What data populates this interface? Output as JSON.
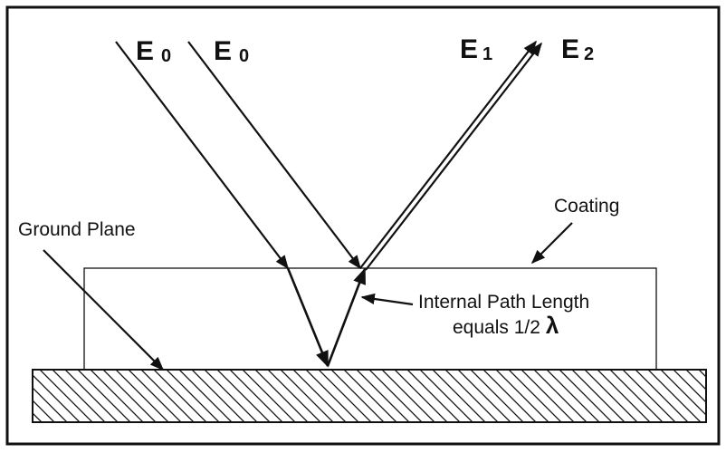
{
  "labels": {
    "e0_left": {
      "main": "E",
      "sub": "0"
    },
    "e0_right": {
      "main": "E",
      "sub": "0"
    },
    "e1": {
      "main": "E",
      "sub": "1"
    },
    "e2": {
      "main": "E",
      "sub": "2"
    },
    "coating": "Coating",
    "ground_plane": "Ground Plane",
    "internal_path_line1": "Internal Path Length",
    "internal_path_line2": "equals 1/2",
    "lambda": "λ"
  },
  "colors": {
    "ink": "#111111",
    "background": "#ffffff"
  }
}
